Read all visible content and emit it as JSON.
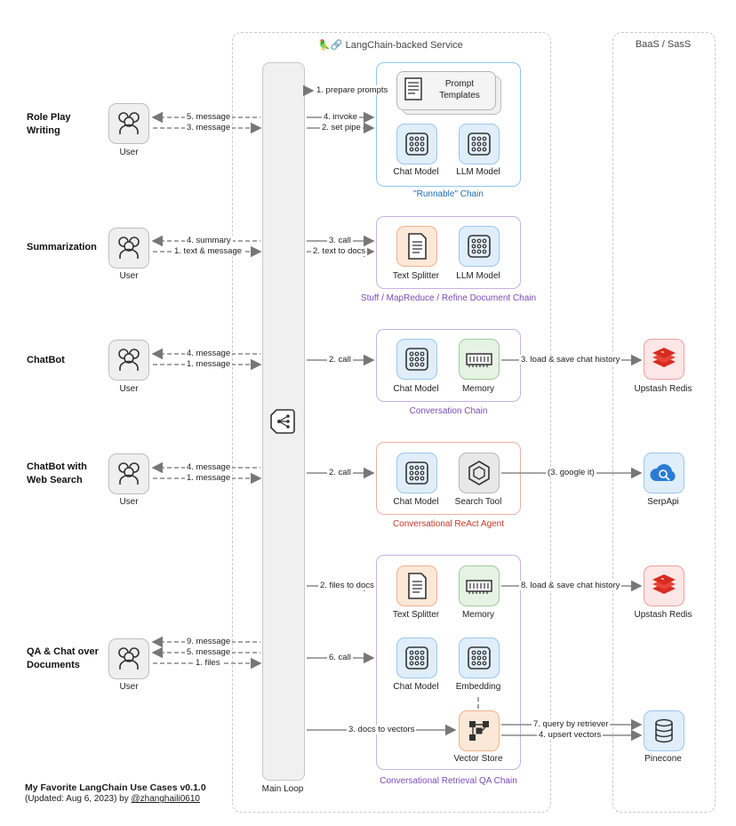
{
  "headers": {
    "service": "🦜🔗 LangChain-backed Service",
    "baas": "BaaS / SasS"
  },
  "main_loop": {
    "label": "Main Loop"
  },
  "user_label": "User",
  "use_cases": [
    {
      "title": "Role Play\nWriting"
    },
    {
      "title": "Summarization"
    },
    {
      "title": "ChatBot"
    },
    {
      "title": "ChatBot with\nWeb Search"
    },
    {
      "title": "QA & Chat over\nDocuments"
    }
  ],
  "user_edges": {
    "r1": [
      "5. message",
      "3. message"
    ],
    "r2": [
      "4. summary",
      "1. text & message"
    ],
    "r3": [
      "4. message",
      "1. message"
    ],
    "r4": [
      "4. message",
      "1. message"
    ],
    "r5": [
      "9. message",
      "5. message",
      "1. files"
    ]
  },
  "loop_edges": {
    "prepare": "1. prepare prompts",
    "invoke": "4. invoke",
    "setpipe": "2. set pipe",
    "call3": "3. call",
    "textdocs": "2. text to docs",
    "call_r3": "2. call",
    "call_r4": "2. call",
    "filesdocs": "2. files to docs",
    "call6": "6. call",
    "docsvec": "3. docs to vectors"
  },
  "components": {
    "prompt_templates": "Prompt\nTemplates",
    "chat_model": "Chat Model",
    "llm_model": "LLM Model",
    "text_splitter": "Text Splitter",
    "memory": "Memory",
    "search_tool": "Search Tool",
    "embedding": "Embedding",
    "vector_store": "Vector Store"
  },
  "chains": {
    "runnable": "\"Runnable\" Chain",
    "stuff": "Stuff / MapReduce / Refine Document Chain",
    "conversation": "Conversation Chain",
    "react": "Conversational ReAct Agent",
    "retrieval": "Conversational Retrieval QA Chain"
  },
  "services": {
    "redis": "Upstash Redis",
    "serp": "SerpApi",
    "pinecone": "Pinecone"
  },
  "service_edges": {
    "load_save3": "3. load & save chat history",
    "google": "(3. google it)",
    "load_save8": "8. load & save chat history",
    "query": "7. query by retriever",
    "upsert": "4. upsert vectors"
  },
  "footer": {
    "title": "My Favorite LangChain Use Cases v0.1.0",
    "updated": "(Updated: Aug 6, 2023) by ",
    "author": "@zhanghaili0610"
  },
  "colors": {
    "runnable": "#8ec9ee",
    "stuff": "#c7b0e4",
    "conversation": "#c7b0e4",
    "react": "#eeb2a4",
    "retrieval": "#c7b0e4",
    "runnable_text": "#1f6fb2",
    "purple_text": "#7b4bb5",
    "red_text": "#c0392b"
  }
}
